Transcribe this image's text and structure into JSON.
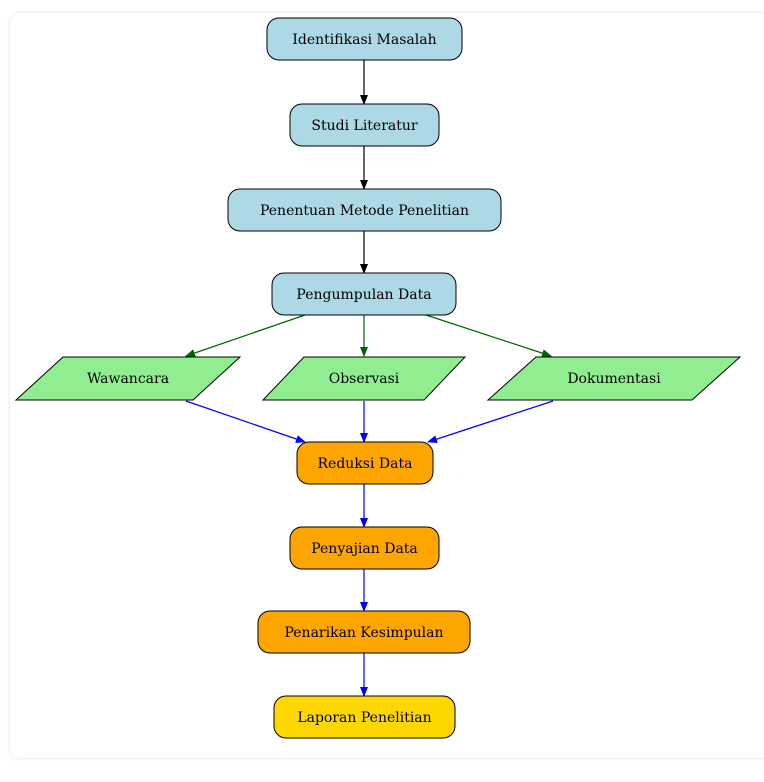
{
  "diagram": {
    "nodes": {
      "identifikasi": {
        "label": "Identifikasi Masalah",
        "shape": "rounded-rect",
        "fill": "#add8e6"
      },
      "studi": {
        "label": "Studi Literatur",
        "shape": "rounded-rect",
        "fill": "#add8e6"
      },
      "penentuan": {
        "label": "Penentuan Metode Penelitian",
        "shape": "rounded-rect",
        "fill": "#add8e6"
      },
      "pengumpulan": {
        "label": "Pengumpulan Data",
        "shape": "rounded-rect",
        "fill": "#add8e6"
      },
      "wawancara": {
        "label": "Wawancara",
        "shape": "parallelogram",
        "fill": "#90ee90"
      },
      "observasi": {
        "label": "Observasi",
        "shape": "parallelogram",
        "fill": "#90ee90"
      },
      "dokumentasi": {
        "label": "Dokumentasi",
        "shape": "parallelogram",
        "fill": "#90ee90"
      },
      "reduksi": {
        "label": "Reduksi Data",
        "shape": "rounded-rect",
        "fill": "#ffa500"
      },
      "penyajian": {
        "label": "Penyajian Data",
        "shape": "rounded-rect",
        "fill": "#ffa500"
      },
      "penarikan": {
        "label": "Penarikan Kesimpulan",
        "shape": "rounded-rect",
        "fill": "#ffa500"
      },
      "laporan": {
        "label": "Laporan Penelitian",
        "shape": "rounded-rect",
        "fill": "#ffd700"
      }
    },
    "edges": [
      {
        "from": "identifikasi",
        "to": "studi",
        "color": "#000000"
      },
      {
        "from": "studi",
        "to": "penentuan",
        "color": "#000000"
      },
      {
        "from": "penentuan",
        "to": "pengumpulan",
        "color": "#000000"
      },
      {
        "from": "pengumpulan",
        "to": "wawancara",
        "color": "#006400"
      },
      {
        "from": "pengumpulan",
        "to": "observasi",
        "color": "#006400"
      },
      {
        "from": "pengumpulan",
        "to": "dokumentasi",
        "color": "#006400"
      },
      {
        "from": "wawancara",
        "to": "reduksi",
        "color": "#0000ff"
      },
      {
        "from": "observasi",
        "to": "reduksi",
        "color": "#0000ff"
      },
      {
        "from": "dokumentasi",
        "to": "reduksi",
        "color": "#0000ff"
      },
      {
        "from": "reduksi",
        "to": "penyajian",
        "color": "#0000ff"
      },
      {
        "from": "penyajian",
        "to": "penarikan",
        "color": "#0000ff"
      },
      {
        "from": "penarikan",
        "to": "laporan",
        "color": "#0000ff"
      }
    ]
  }
}
